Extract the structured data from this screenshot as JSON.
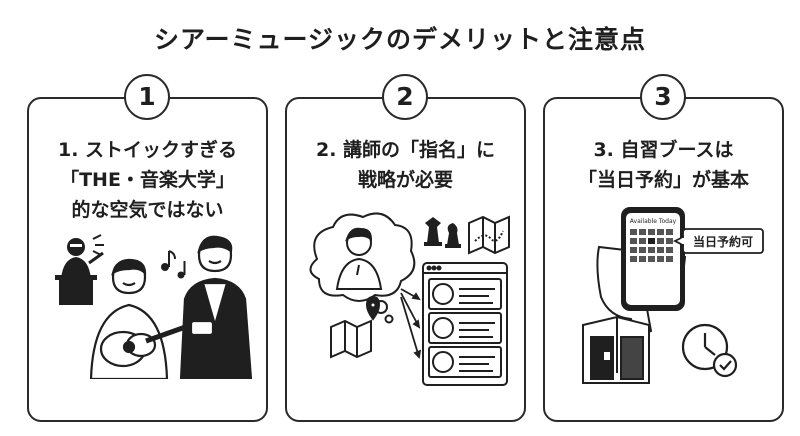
{
  "title": "シアーミュージックのデメリットと注意点",
  "cards": [
    {
      "number": "1",
      "heading_lines": [
        "1. ストイックすぎる",
        "「THE・音楽大学」",
        "的な空気ではない"
      ]
    },
    {
      "number": "2",
      "heading_lines": [
        "2. 講師の「指名」に",
        "戦略が必要"
      ]
    },
    {
      "number": "3",
      "heading_lines": [
        "3. 自習ブースは",
        "「当日予約」が基本"
      ],
      "phone_header": "Available Today",
      "callout": "当日予約可"
    }
  ]
}
